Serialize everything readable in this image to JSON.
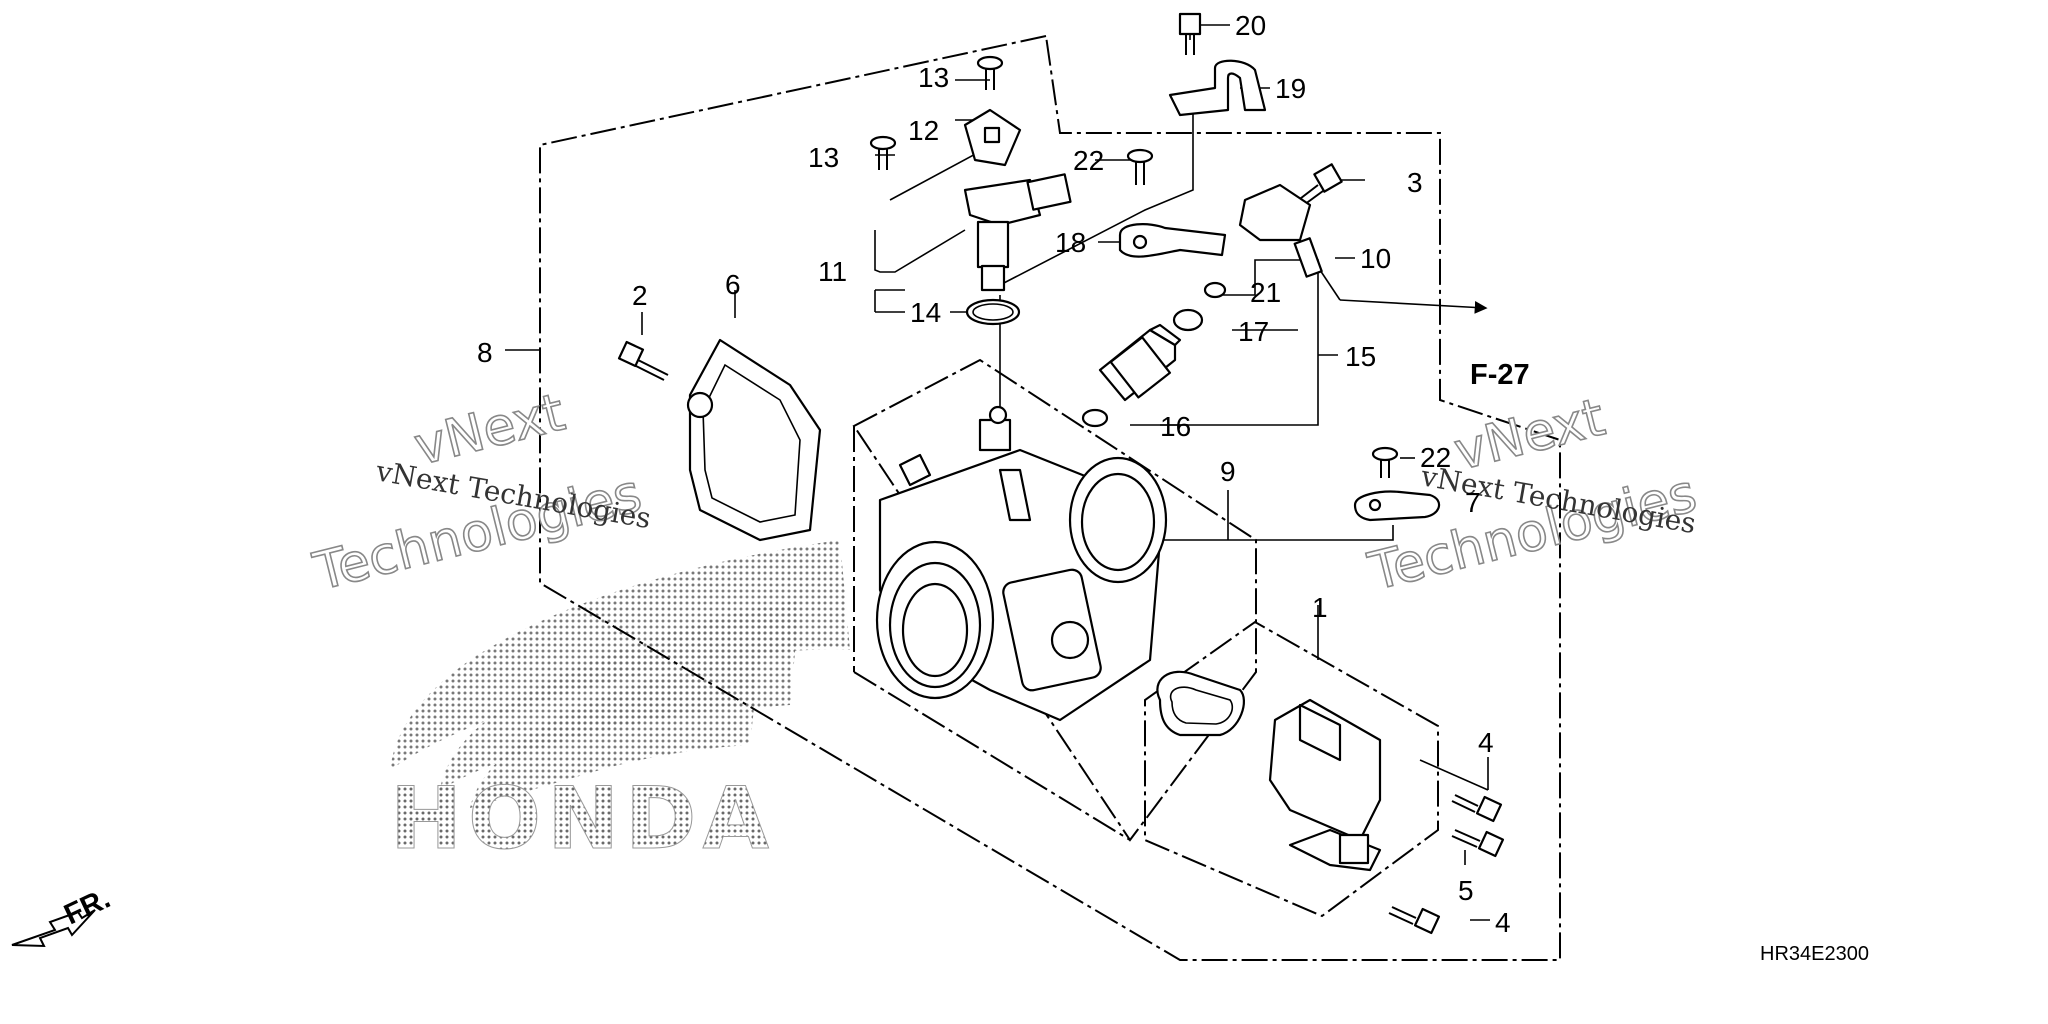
{
  "diagram": {
    "callouts": {
      "c1": "1",
      "c2": "2",
      "c3": "3",
      "c4a": "4",
      "c4b": "4",
      "c5": "5",
      "c6": "6",
      "c7": "7",
      "c8": "8",
      "c9": "9",
      "c10": "10",
      "c11": "11",
      "c12": "12",
      "c13a": "13",
      "c13b": "13",
      "c14": "14",
      "c15": "15",
      "c16": "16",
      "c17": "17",
      "c18": "18",
      "c19": "19",
      "c20": "20",
      "c21": "21",
      "c22a": "22",
      "c22b": "22"
    },
    "reference": "F-27",
    "front_label": "FR.",
    "diagram_code": "HR34E2300",
    "brand_logo_text": "HONDA",
    "watermarks": {
      "left_line": "vNext Technologies",
      "left_big_1": "vNext",
      "left_big_2": "Technologies",
      "right_line": "vNext Technologies",
      "right_big_1": "vNext",
      "right_big_2": "Technologies"
    }
  }
}
